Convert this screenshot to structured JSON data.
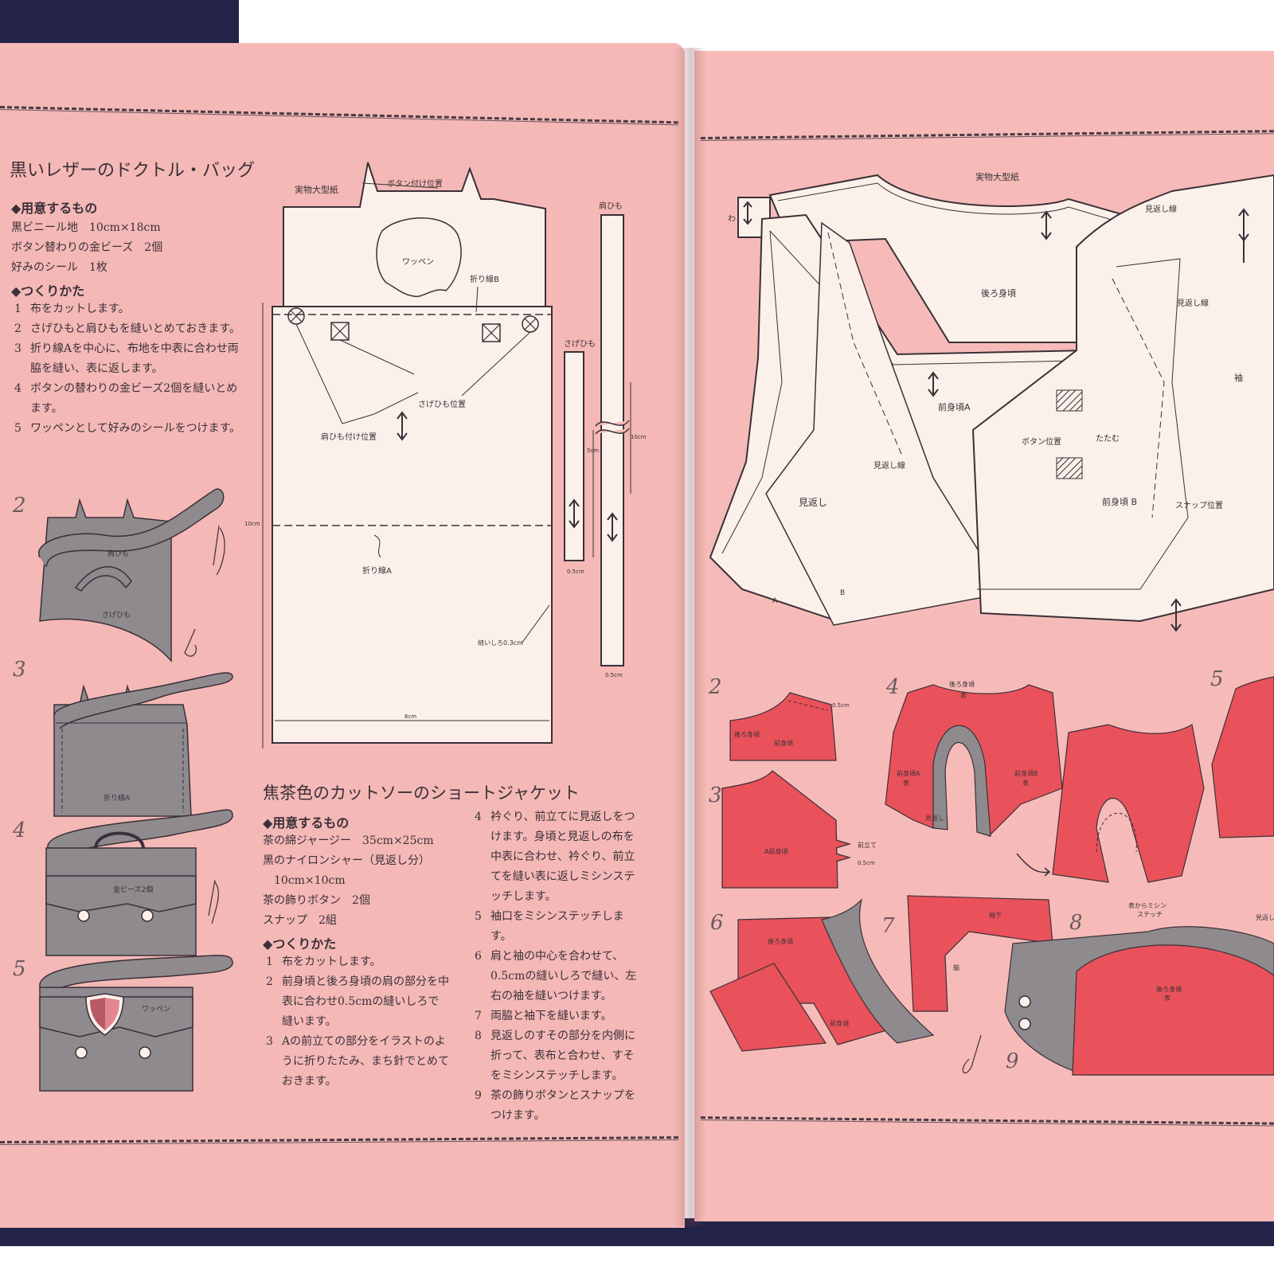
{
  "left_page": {
    "bag": {
      "title": "黒いレザーのドクトル・バッグ",
      "materials_heading": "◆用意するもの",
      "materials": [
        "黒ビニール地　10cm×18cm",
        "ボタン替わりの金ビーズ　2個",
        "好みのシール　1枚"
      ],
      "method_heading": "◆つくりかた",
      "steps": [
        {
          "num": "1",
          "text": "布をカットします。"
        },
        {
          "num": "2",
          "text": "さげひもと肩ひもを縫いとめておきます。"
        },
        {
          "num": "3",
          "text": "折り線Aを中心に、布地を中表に合わせ両脇を縫い、表に返します。"
        },
        {
          "num": "4",
          "text": "ボタンの替わりの金ビーズ2個を縫いとめます。"
        },
        {
          "num": "5",
          "text": "ワッペンとして好みのシールをつけます。"
        }
      ],
      "pattern_labels": {
        "full_size": "実物大型紙",
        "button_pos": "ボタン付け位置",
        "patch": "ワッペン",
        "fold_b": "折り線B",
        "shoulder_strap": "肩ひも",
        "handle": "さげひも",
        "handle_pos": "さげひも位置",
        "shoulder_pos": "肩ひも付け位置",
        "fold_a": "折り線A",
        "seam": "縫いしろ0.3cm",
        "width_6": "6cm",
        "height_10": "10cm",
        "len_5": "5cm",
        "len_10": "10cm",
        "w_05a": "0.5cm",
        "w_05b": "0.5cm"
      },
      "figures": [
        {
          "num": "2",
          "labels": [
            "肩ひも",
            "さげひも"
          ]
        },
        {
          "num": "3",
          "labels": [
            "折り線A"
          ]
        },
        {
          "num": "4",
          "labels": [
            "金ビーズ2個"
          ]
        },
        {
          "num": "5",
          "labels": [
            "ワッペン"
          ]
        }
      ]
    },
    "jacket": {
      "title": "焦茶色のカットソーのショートジャケット",
      "materials_heading": "◆用意するもの",
      "materials": [
        "茶の綿ジャージー　35cm×25cm",
        "黒のナイロンシャー（見返し分）",
        "　10cm×10cm",
        "茶の飾りボタン　2個",
        "スナップ　2組"
      ],
      "method_heading": "◆つくりかた",
      "steps_col1": [
        {
          "num": "1",
          "text": "布をカットします。"
        },
        {
          "num": "2",
          "text": "前身頃と後ろ身頃の肩の部分を中表に合わせ0.5cmの縫いしろで縫います。"
        },
        {
          "num": "3",
          "text": "Aの前立ての部分をイラストのように折りたたみ、まち針でとめておきます。"
        }
      ],
      "steps_col2": [
        {
          "num": "4",
          "text": "衿ぐり、前立てに見返しをつけます。身頃と見返しの布を中表に合わせ、衿ぐり、前立てを縫い表に返しミシンステッチします。"
        },
        {
          "num": "5",
          "text": "袖口をミシンステッチします。"
        },
        {
          "num": "6",
          "text": "肩と袖の中心を合わせて、0.5cmの縫いしろで縫い、左右の袖を縫いつけます。"
        },
        {
          "num": "7",
          "text": "両脇と袖下を縫います。"
        },
        {
          "num": "8",
          "text": "見返しのすその部分を内側に折って、表布と合わせ、すそをミシンステッチします。"
        },
        {
          "num": "9",
          "text": "茶の飾りボタンとスナップをつけます。"
        }
      ]
    }
  },
  "right_page": {
    "pattern_labels": {
      "full_size": "実物大型紙",
      "wa": "わ",
      "facing_line1": "見返し線",
      "back_bodice": "後ろ身頃",
      "facing_line2": "見返し線",
      "front_a": "前身頃A",
      "sleeve": "袖",
      "button_pos": "ボタン位置",
      "fold": "たたむ",
      "facing_line3": "見返し線",
      "facing": "見返し",
      "front_b": "前身頃 B",
      "snap_pos": "スナップ位置",
      "a": "A",
      "b": "B"
    },
    "figures": [
      {
        "num": "2",
        "labels": [
          "後ろ身頃",
          "前身頃",
          "0.5cm"
        ]
      },
      {
        "num": "3",
        "labels": [
          "A前身頃",
          "前立て",
          "0.5cm"
        ]
      },
      {
        "num": "4",
        "labels": [
          "後ろ身頃",
          "表",
          "前身頃A",
          "表",
          "前身頃B",
          "表",
          "見返し"
        ]
      },
      {
        "num": "5",
        "labels": []
      },
      {
        "num": "6",
        "labels": [
          "後ろ身頃",
          "前身頃"
        ]
      },
      {
        "num": "7",
        "labels": [
          "袖下",
          "脇"
        ]
      },
      {
        "num": "8",
        "labels": [
          "表からミシン",
          "ステッチ",
          "後ろ身頃",
          "表",
          "見返し"
        ]
      },
      {
        "num": "9",
        "labels": []
      }
    ]
  },
  "colors": {
    "page": "#f4b8b6",
    "ink": "#3a3038",
    "gray_fabric": "#8f8a8e",
    "red_fabric": "#e9525a",
    "paper_pattern": "#fbf1ea",
    "cover": "#232447"
  }
}
